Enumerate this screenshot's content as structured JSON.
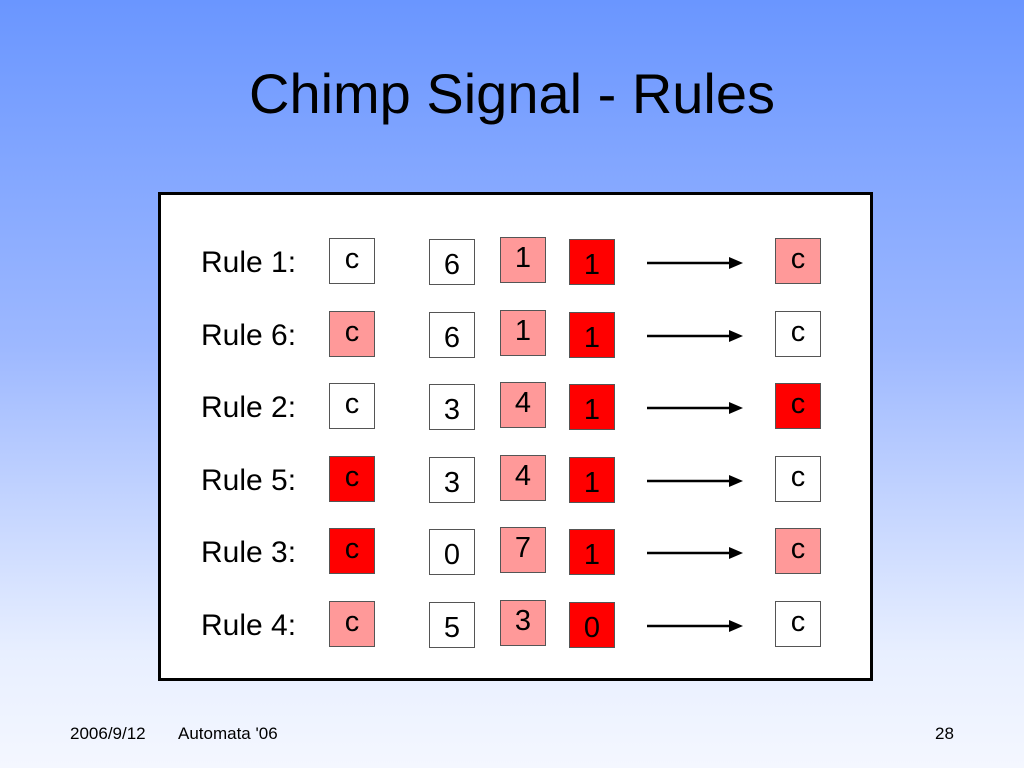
{
  "slide": {
    "title": "Chimp Signal - Rules",
    "colors": {
      "white": "#ffffff",
      "pink": "#ff9999",
      "red": "#ff0000"
    }
  },
  "rules": [
    {
      "label": "Rule 1:",
      "cells": [
        {
          "text": "c",
          "color": "white"
        },
        {
          "text": "6",
          "color": "white"
        },
        {
          "text": "1",
          "color": "pink"
        },
        {
          "text": "1",
          "color": "red"
        }
      ],
      "result": {
        "text": "c",
        "color": "pink"
      }
    },
    {
      "label": "Rule 6:",
      "cells": [
        {
          "text": "c",
          "color": "pink"
        },
        {
          "text": "6",
          "color": "white"
        },
        {
          "text": "1",
          "color": "pink"
        },
        {
          "text": "1",
          "color": "red"
        }
      ],
      "result": {
        "text": "c",
        "color": "white"
      }
    },
    {
      "label": "Rule 2:",
      "cells": [
        {
          "text": "c",
          "color": "white"
        },
        {
          "text": "3",
          "color": "white"
        },
        {
          "text": "4",
          "color": "pink"
        },
        {
          "text": "1",
          "color": "red"
        }
      ],
      "result": {
        "text": "c",
        "color": "red"
      }
    },
    {
      "label": "Rule 5:",
      "cells": [
        {
          "text": "c",
          "color": "red"
        },
        {
          "text": "3",
          "color": "white"
        },
        {
          "text": "4",
          "color": "pink"
        },
        {
          "text": "1",
          "color": "red"
        }
      ],
      "result": {
        "text": "c",
        "color": "white"
      }
    },
    {
      "label": "Rule 3:",
      "cells": [
        {
          "text": "c",
          "color": "red"
        },
        {
          "text": "0",
          "color": "white"
        },
        {
          "text": "7",
          "color": "pink"
        },
        {
          "text": "1",
          "color": "red"
        }
      ],
      "result": {
        "text": "c",
        "color": "pink"
      }
    },
    {
      "label": "Rule 4:",
      "cells": [
        {
          "text": "c",
          "color": "pink"
        },
        {
          "text": "5",
          "color": "white"
        },
        {
          "text": "3",
          "color": "pink"
        },
        {
          "text": "0",
          "color": "red"
        }
      ],
      "result": {
        "text": "c",
        "color": "white"
      }
    }
  ],
  "footer": {
    "date": "2006/9/12",
    "event": "Automata '06",
    "page": "28"
  }
}
